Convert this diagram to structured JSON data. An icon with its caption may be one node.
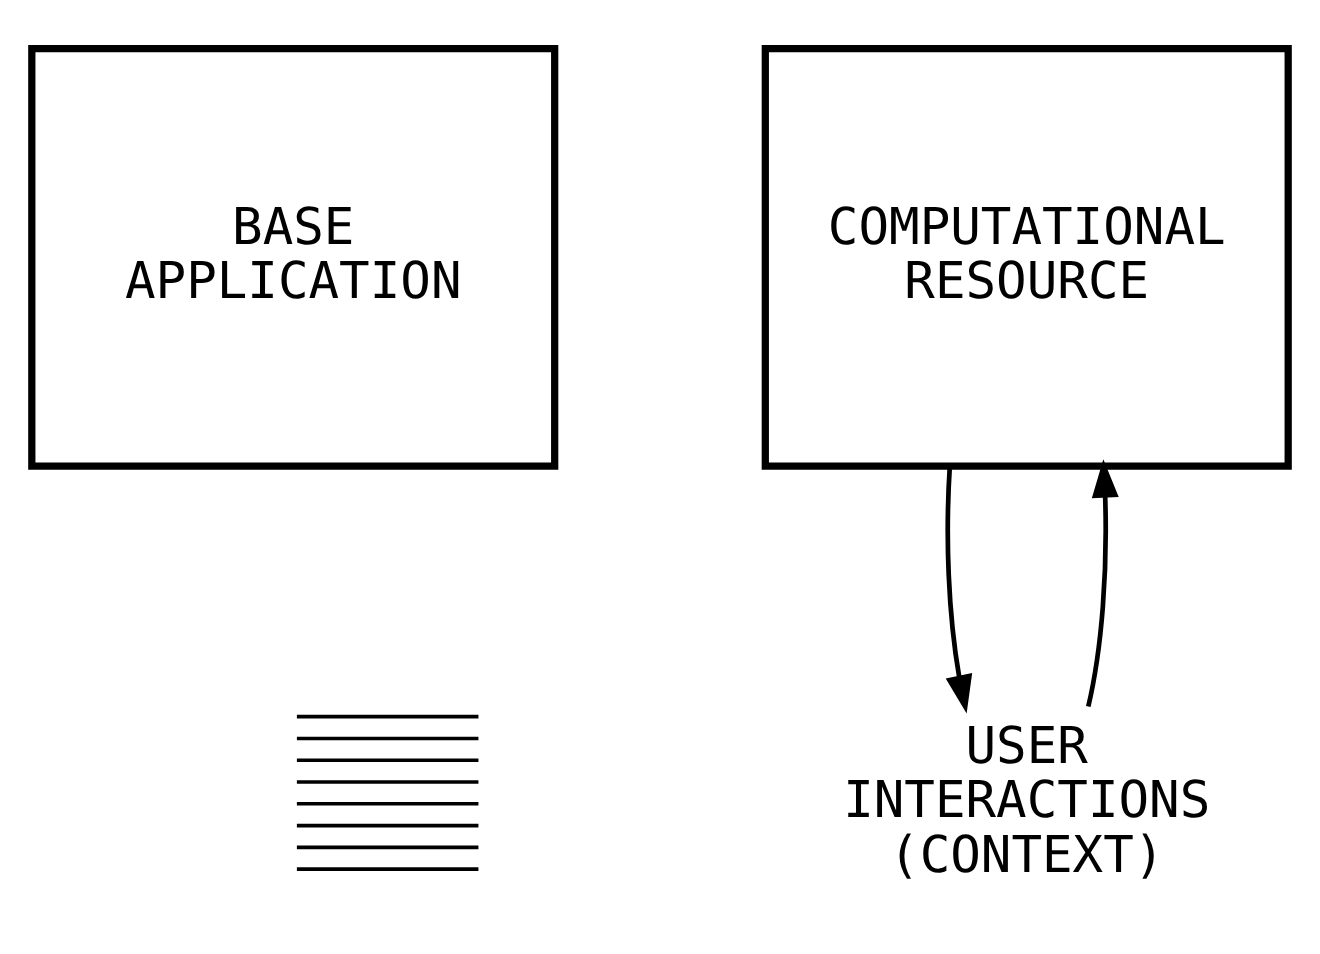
{
  "diagram": {
    "nodes": [
      {
        "text": [
          "BASE APPLICATION"
        ]
      },
      {
        "text": [
          "COMPUTATIONAL RESOURCE"
        ]
      },
      {
        "text": [],
        "shape": "picture"
      },
      {
        "text": [
          "USER INTERACTIONS (CONTEXT)"
        ]
      }
    ],
    "edges": [
      {
        "from": 3,
        "to": 1,
        "arrow": "to"
      },
      {
        "from": 1,
        "to": 3,
        "arrow": "to"
      }
    ]
  }
}
